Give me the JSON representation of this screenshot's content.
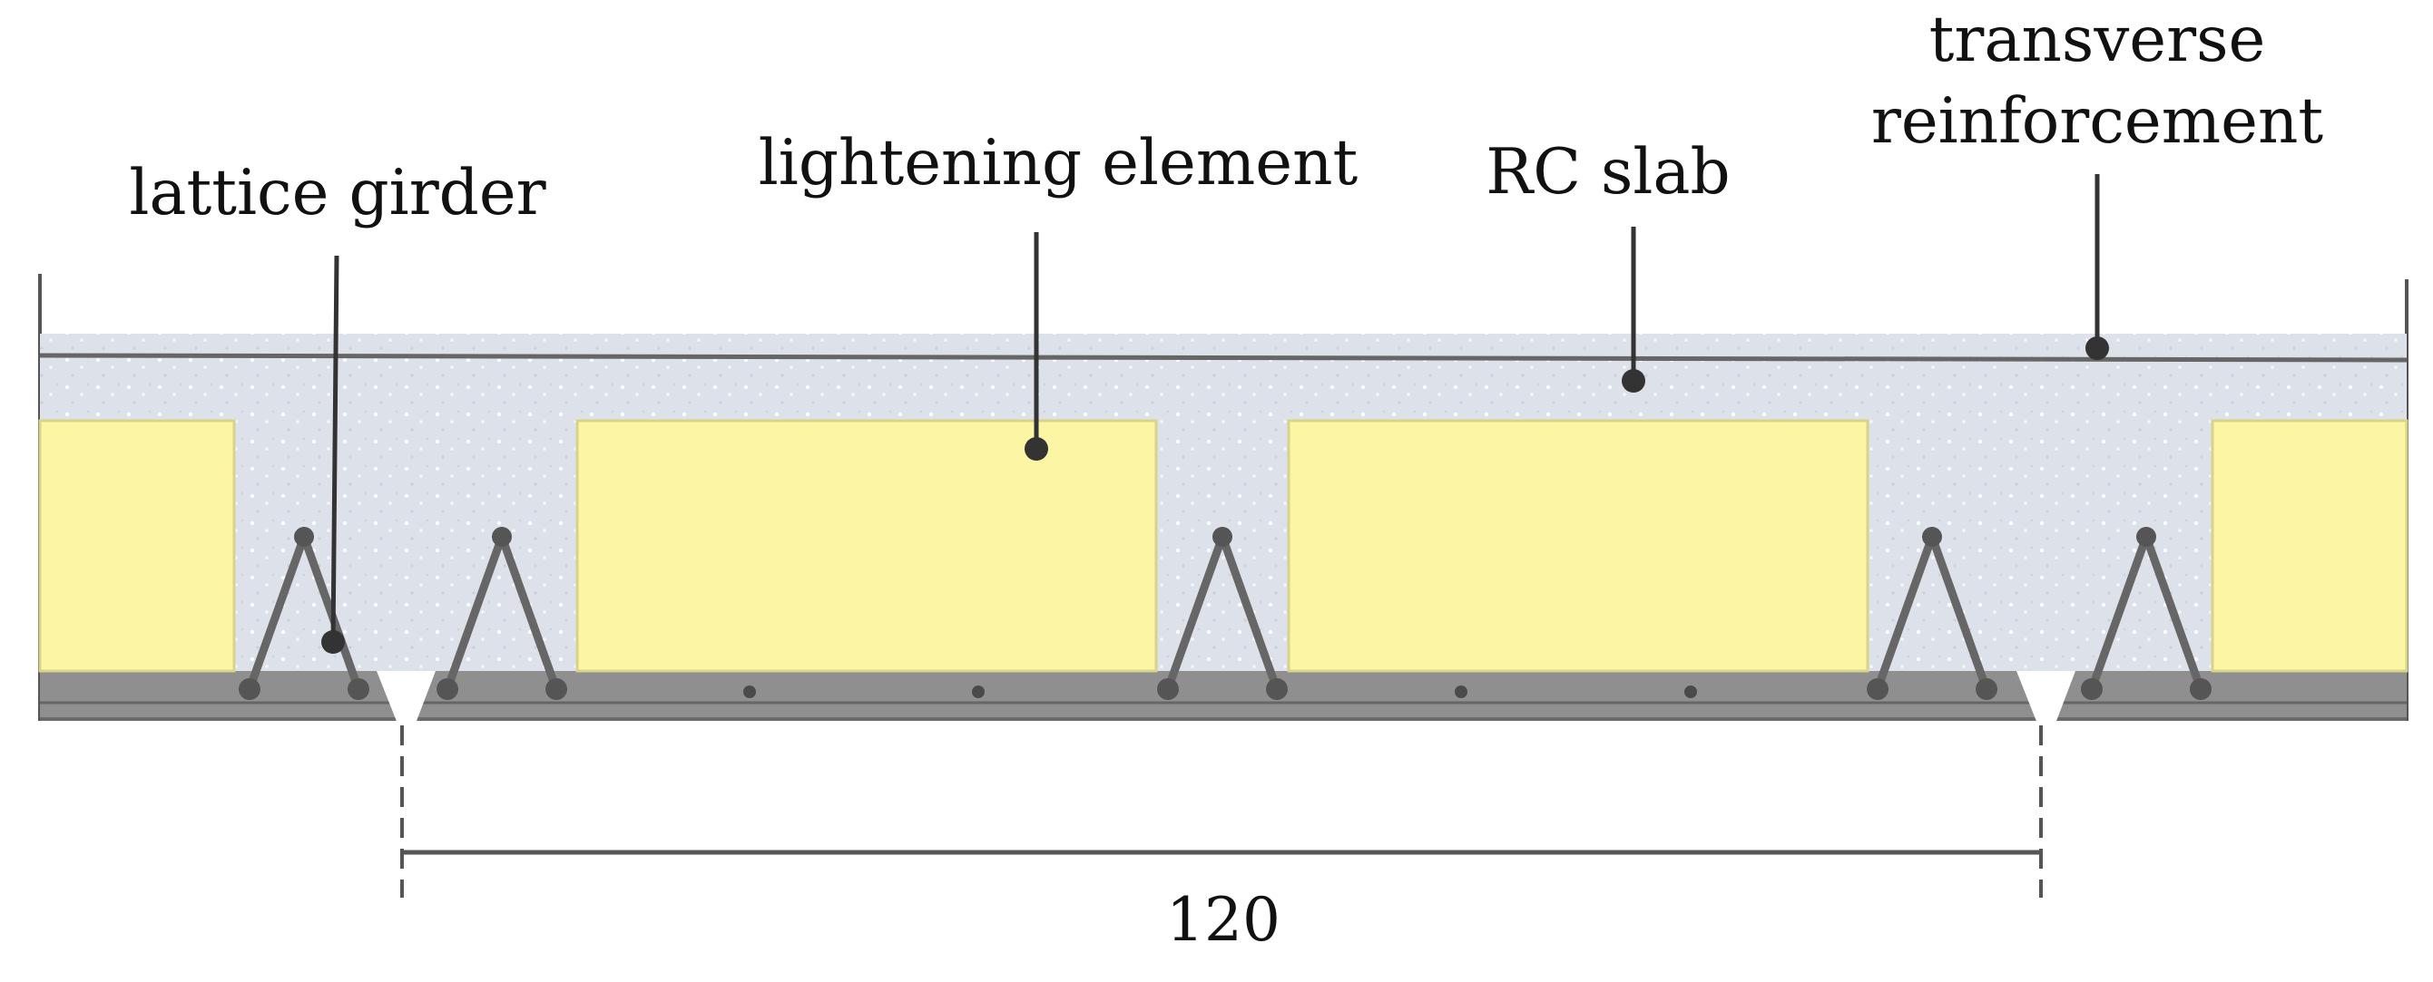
{
  "labels": {
    "lattice_girder": "lattice girder",
    "lightening_element": "lightening element",
    "rc_slab": "RC slab",
    "transverse_line1": "transverse",
    "transverse_line2": "reinforcement"
  },
  "dimension": {
    "value": "120"
  },
  "colors": {
    "concrete": "#dde2ea",
    "precast_plank": "#8f8f8f",
    "lightening_block": "#fbf5a4",
    "block_edge": "#d9d28a",
    "steel": "#666666",
    "leader": "#333333"
  }
}
